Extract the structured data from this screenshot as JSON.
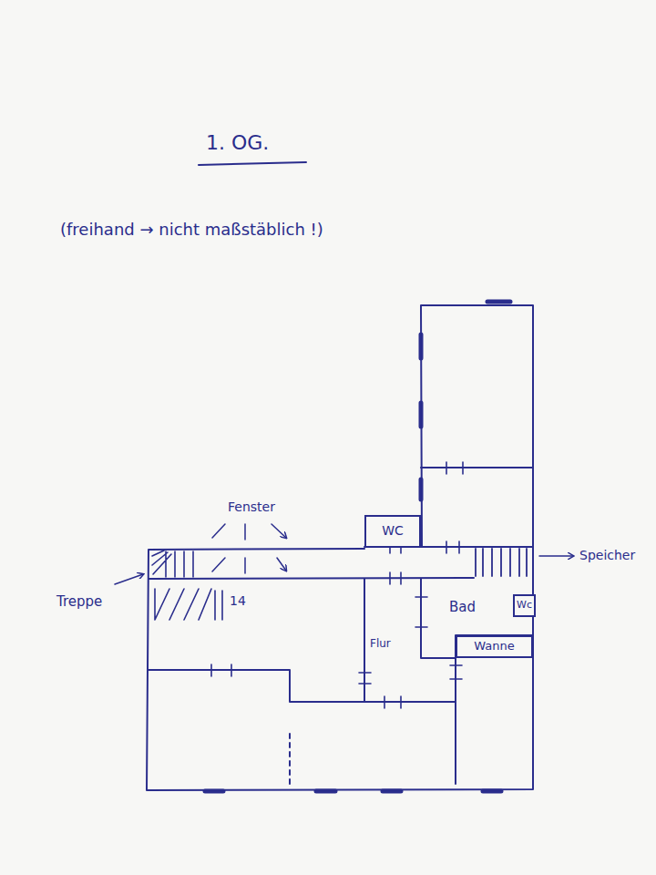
{
  "diagram": {
    "title": "1. OG.",
    "nodes": [
      {
        "text": [
          "WC"
        ]
      },
      {
        "text": [
          "Wc"
        ]
      },
      {
        "text": [
          "Wanne"
        ]
      }
    ],
    "labels": [
      "(freihand → nicht maßstäblich !)",
      "Fenster",
      "Treppe",
      "14",
      "Flur",
      "Bad",
      "Speicher"
    ]
  }
}
